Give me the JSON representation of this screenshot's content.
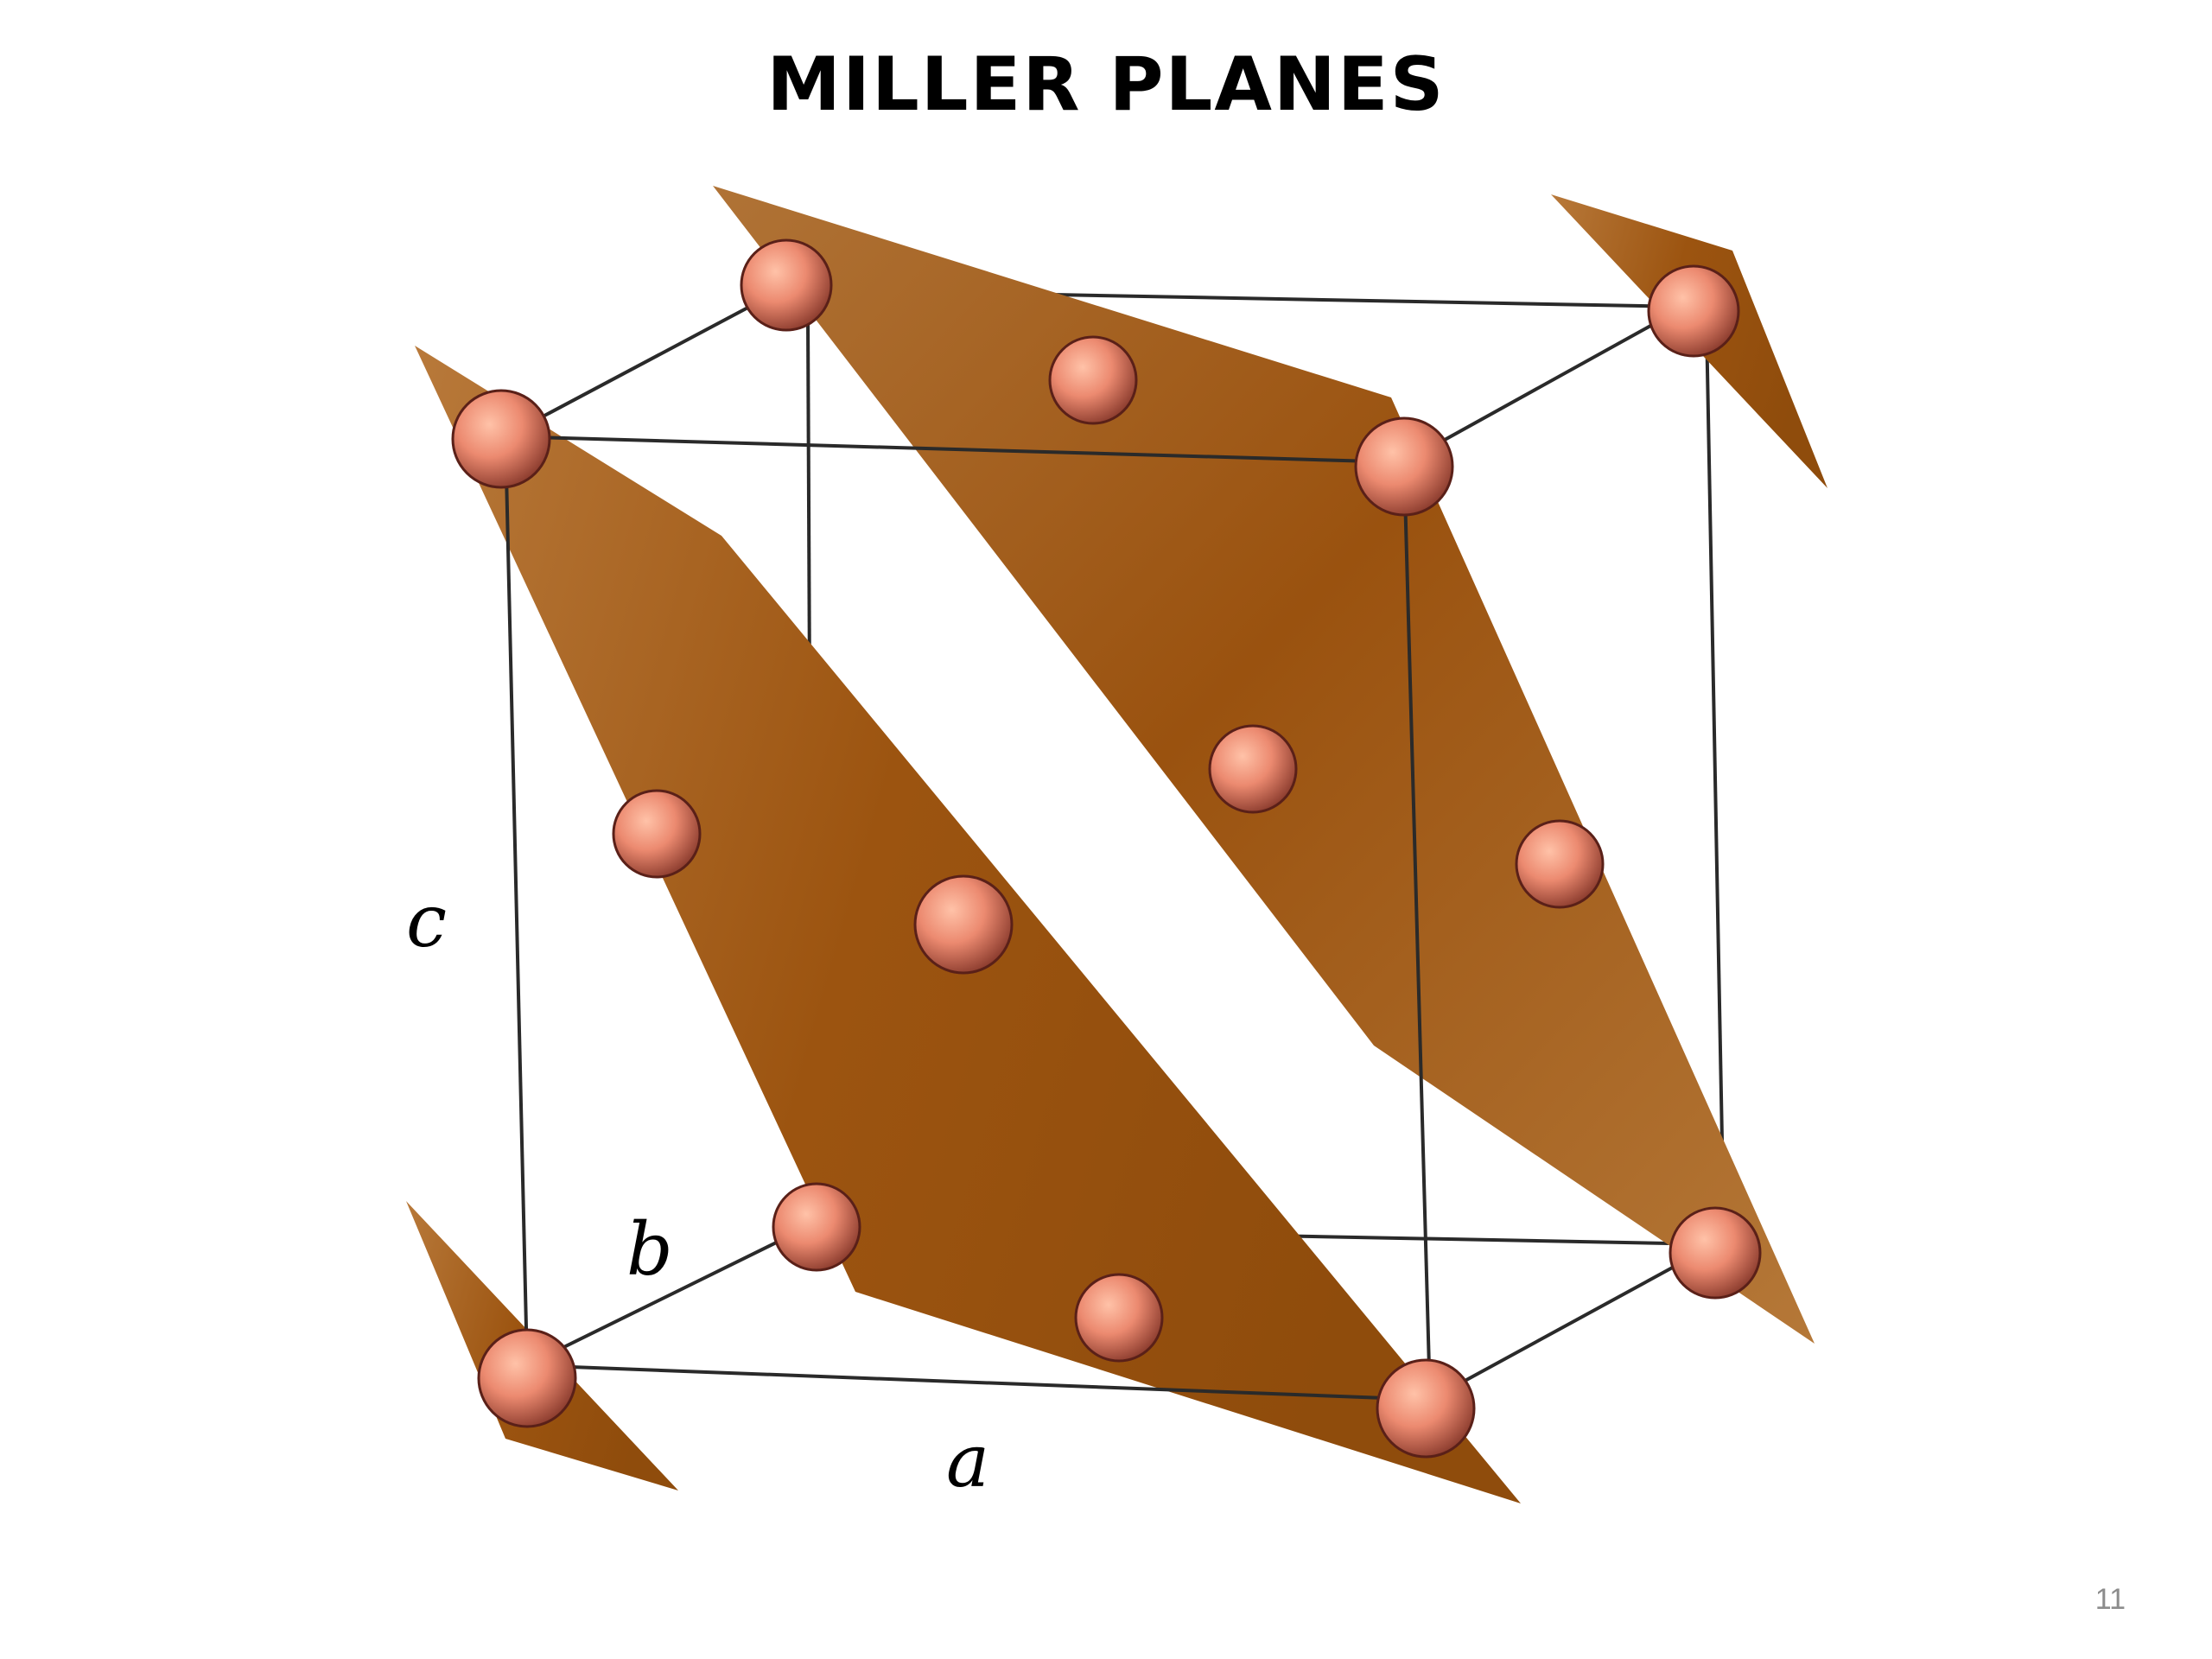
{
  "slide": {
    "title": "MILLER PLANES",
    "page_number": "11"
  },
  "axes": {
    "a": "a",
    "b": "b",
    "c": "c"
  },
  "colors": {
    "plane": "#9c5410",
    "plane_light": "#b8793a",
    "atom": "#ec8a70",
    "atom_dark": "#7a2e22",
    "edge": "#2a2a2a"
  }
}
